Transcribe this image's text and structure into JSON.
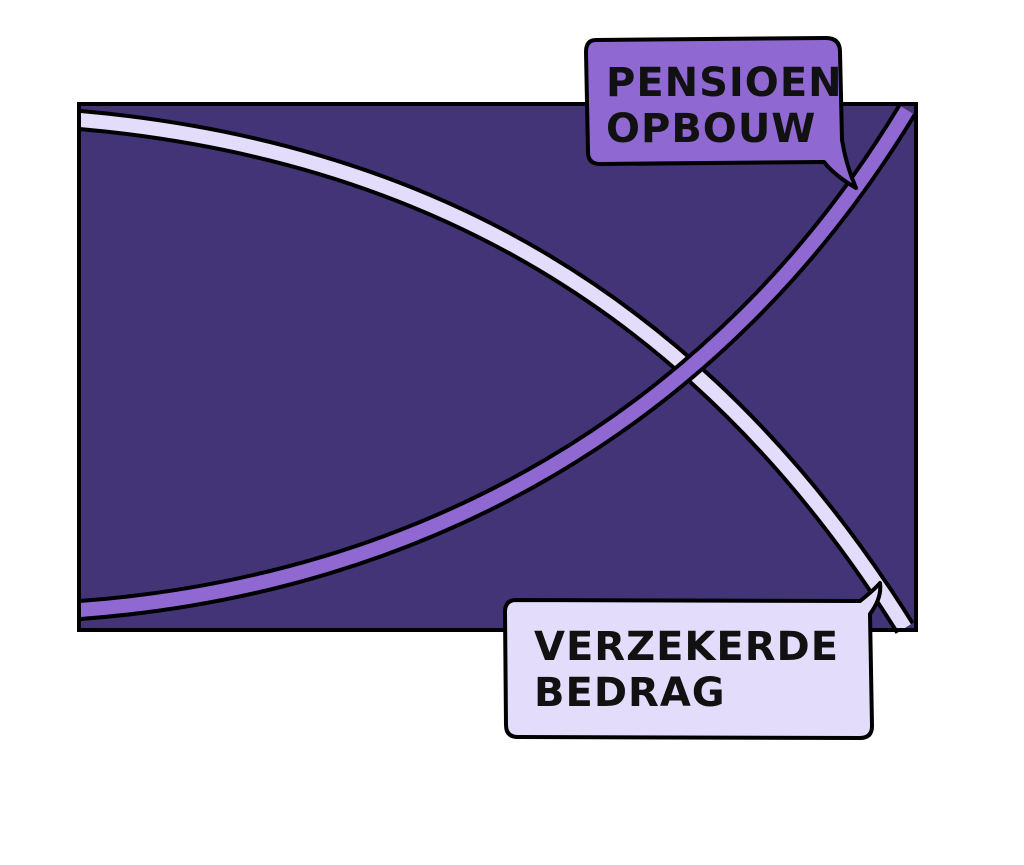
{
  "colors": {
    "page_background": "#ffffff",
    "panel_fill": "#433477",
    "outline": "#000000",
    "pension_curve": "#8f68d1",
    "insured_curve": "#e3dcfa",
    "pension_label_fill": "#8f68d1",
    "insured_label_fill": "#e3dcfa"
  },
  "labels": {
    "pension": {
      "line1": "PENSIOEN",
      "line2": "OPBOUW"
    },
    "insured": {
      "line1": "VERZEKERDE",
      "line2": "BEDRAG"
    }
  }
}
